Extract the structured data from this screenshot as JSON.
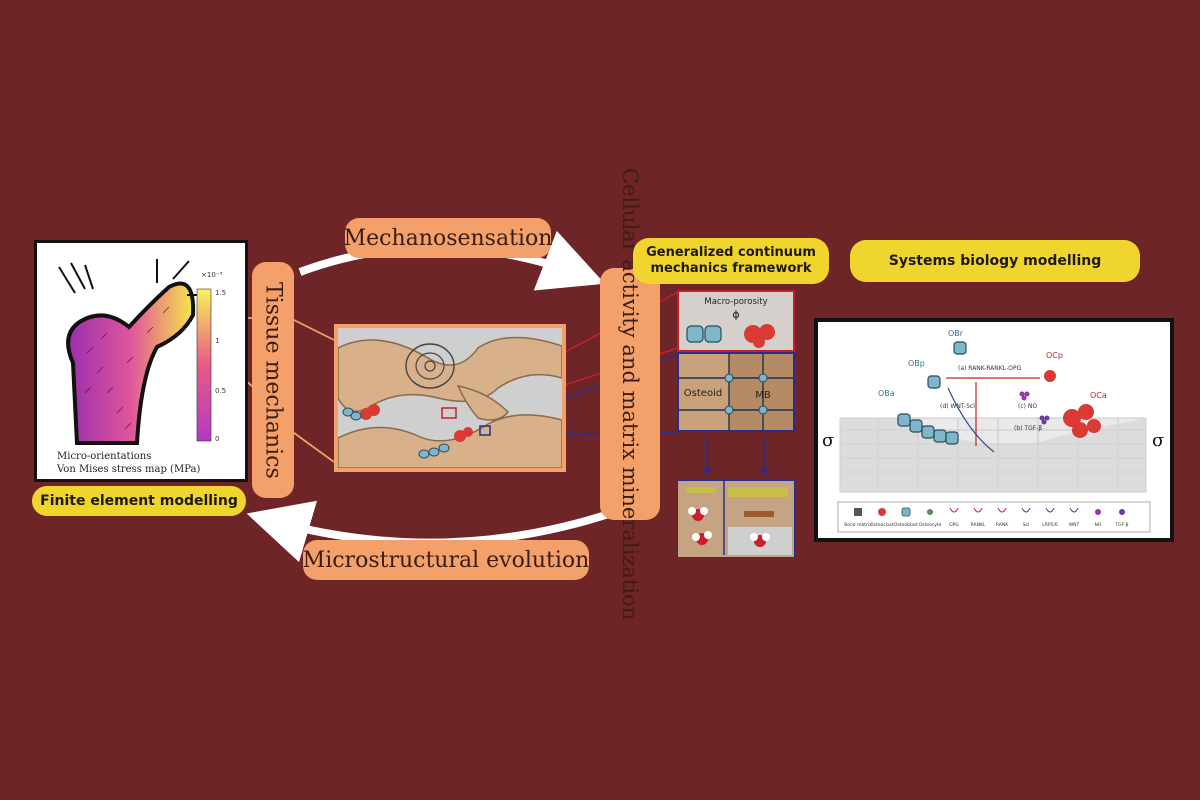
{
  "labels": {
    "mechanosensation": "Mechanosensation",
    "microstructural_evolution": "Microstructural evolution",
    "tissue_mechanics": "Tissue mechanics",
    "cellular_activity": "Cellular activity and matrix mineralization",
    "finite_element": "Finite element modelling",
    "continuum_framework": "Generalized continuum mechanics framework",
    "systems_biology": "Systems biology modelling"
  },
  "femur": {
    "colorbar_exponent": "×10⁻³",
    "ticks": [
      "1.5",
      "1",
      "0.5",
      "0"
    ],
    "caption_line1": "Micro-orientations",
    "caption_line2": "Von Mises stress map (MPa)"
  },
  "continuum": {
    "macro_porosity": "Macro-porosity",
    "phi": "ϕ",
    "osteoid": "Osteoid",
    "mb": "MB"
  },
  "systems": {
    "sigma_left": "σ",
    "sigma_right": "σ",
    "ob_r": "OBr",
    "ob_p": "OBp",
    "ob_a": "OBa",
    "oc_p": "OCp",
    "oc_a": "OCa",
    "path_a": "(a) RANK-RANKL-OPG",
    "path_b": "(b) TGF-β",
    "path_c": "(c) NO",
    "path_d": "(d) WNT-Scl",
    "legend": [
      "Bone matrix",
      "Osteoclast",
      "Osteoblast",
      "Osteocyte",
      "OPG",
      "RANKL",
      "RANK",
      "Scl",
      "LRP5/6",
      "WNT",
      "NO",
      "TGF-β"
    ]
  },
  "colors": {
    "background": "#6e2527",
    "pill": "#f4a06b",
    "tag": "#f1d52f",
    "arrow": "#ffffff"
  }
}
